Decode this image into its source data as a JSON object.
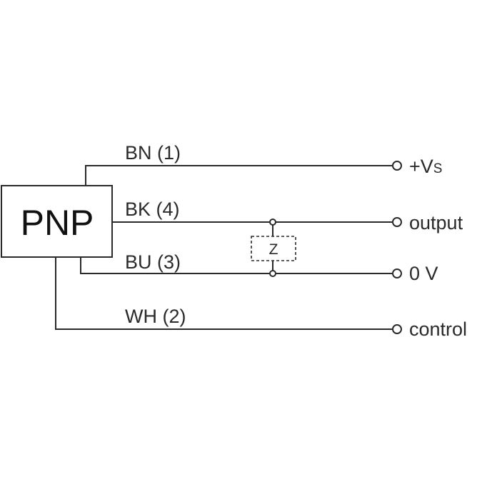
{
  "device": {
    "type_label": "PNP"
  },
  "wires": [
    {
      "wire_label": "BN (1)",
      "terminal": {
        "main": "+V",
        "sub": "S"
      }
    },
    {
      "wire_label": "BK (4)",
      "terminal": {
        "main": "output"
      }
    },
    {
      "wire_label": "BU (3)",
      "terminal": {
        "main": "0 V"
      }
    },
    {
      "wire_label": "WH (2)",
      "terminal": {
        "main": "control"
      }
    }
  ],
  "load": {
    "label": "Z"
  }
}
